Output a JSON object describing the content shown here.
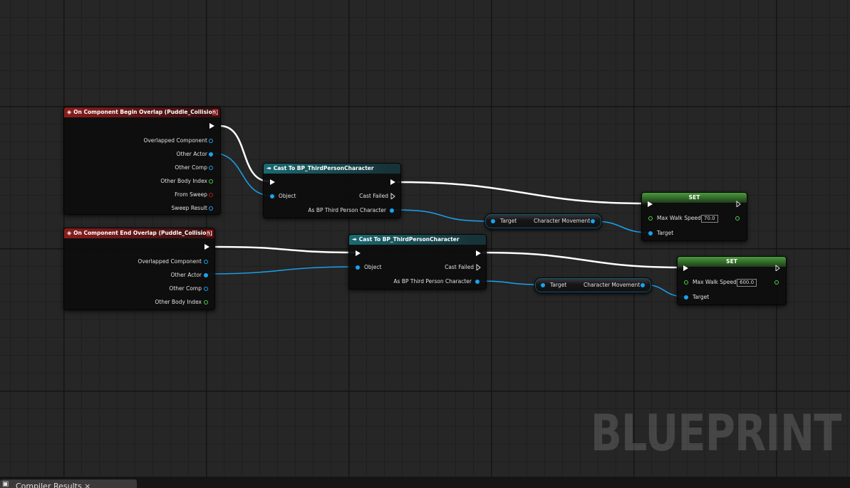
{
  "begin_overlap": {
    "title": "On Component Begin Overlap (Puddle_Collision)",
    "pins": [
      "Overlapped Component",
      "Other Actor",
      "Other Comp",
      "Other Body Index",
      "From Sweep",
      "Sweep Result"
    ]
  },
  "end_overlap": {
    "title": "On Component End Overlap (Puddle_Collision)",
    "pins": [
      "Overlapped Component",
      "Other Actor",
      "Other Comp",
      "Other Body Index"
    ]
  },
  "cast_1": {
    "title": "Cast To BP_ThirdPersonCharacter",
    "object": "Object",
    "cast_failed": "Cast Failed",
    "as_output": "As BP Third Person Character"
  },
  "cast_2": {
    "title": "Cast To BP_ThirdPersonCharacter",
    "object": "Object",
    "cast_failed": "Cast Failed",
    "as_output": "As BP Third Person Character"
  },
  "getter_1": {
    "target": "Target",
    "output": "Character Movement"
  },
  "getter_2": {
    "target": "Target",
    "output": "Character Movement"
  },
  "set_1": {
    "title": "SET",
    "field": "Max Walk Speed",
    "value": "70.0",
    "target": "Target"
  },
  "set_2": {
    "title": "SET",
    "field": "Max Walk Speed",
    "value": "600.0",
    "target": "Target"
  },
  "watermark": "BLUEPRINT",
  "bottom_tab": {
    "label": "Compiler Results ×"
  },
  "colors": {
    "exec": "#ffffff",
    "object": "#19a3f0",
    "float": "#4ad34a",
    "event_header": "#8a1d1d",
    "cast_header": "#1b6a72",
    "set_header": "#4a9a3c"
  }
}
